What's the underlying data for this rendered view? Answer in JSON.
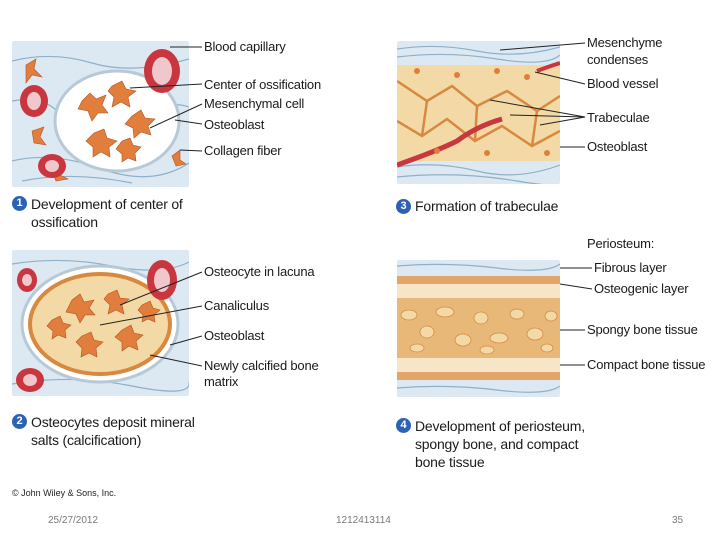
{
  "slide": {
    "footer_date": "25/27/2012",
    "footer_id": "1212413114",
    "page_number": "35",
    "copyright": "© John Wiley & Sons, Inc."
  },
  "panels": [
    {
      "number": "1",
      "caption_lines": [
        "Development of center of",
        "ossification"
      ],
      "labels": [
        "Blood capillary",
        "Center of ossification",
        "Mesenchymal cell",
        "Osteoblast",
        "Collagen fiber"
      ]
    },
    {
      "number": "2",
      "caption_lines": [
        "Osteocytes deposit mineral",
        "salts   (calcification)"
      ],
      "labels": [
        "Osteocyte in lacuna",
        "Canaliculus",
        "Osteoblast",
        "Newly calcified bone",
        "matrix"
      ]
    },
    {
      "number": "3",
      "caption_lines": [
        "Formation of trabeculae"
      ],
      "labels": [
        "Mesenchyme",
        "condenses",
        "Blood vessel",
        "Trabeculae",
        "Osteoblast"
      ]
    },
    {
      "number": "4",
      "caption_lines": [
        "Development of periosteum,",
        "spongy bone, and compact",
        "bone tissue"
      ],
      "labels": [
        "Periosteum:",
        "Fibrous layer",
        "Osteogenic layer",
        "Spongy bone tissue",
        "Compact bone tissue"
      ]
    }
  ],
  "colors": {
    "background": "#dde9f2",
    "bone_matrix": "#f3d9a6",
    "cell": "#e17d3d",
    "vessel": "#c9363f",
    "step_badge": "#2d62b3"
  }
}
